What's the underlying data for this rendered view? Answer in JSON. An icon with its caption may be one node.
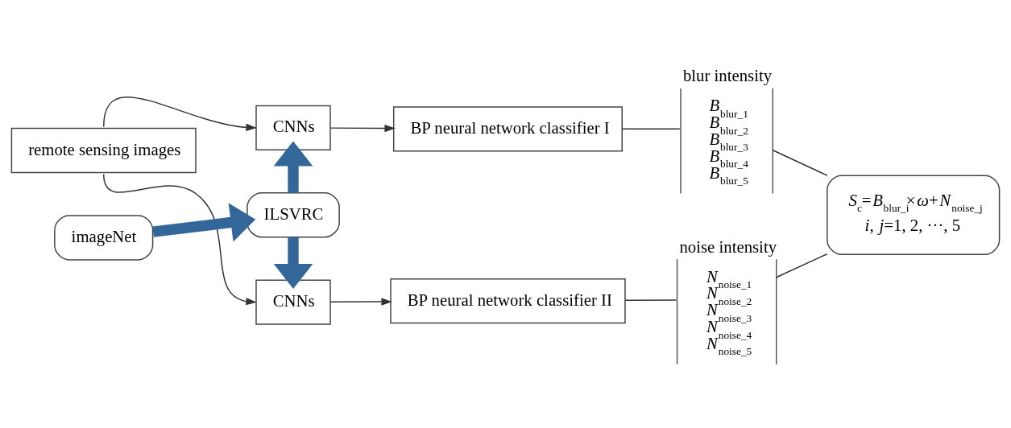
{
  "diagram": {
    "nodes": [
      {
        "text": [
          "remote sensing images"
        ]
      },
      {
        "text": [
          "CNNs"
        ]
      },
      {
        "text": [
          "imageNet"
        ]
      },
      {
        "text": [
          "ILSVRC"
        ]
      },
      {
        "text": [
          "CNNs"
        ]
      },
      {
        "text": [
          "BP neural network classifier I"
        ]
      },
      {
        "text": [
          "BP neural network classifier II"
        ]
      },
      {
        "text": [
          "blur intensity",
          "*B*$_{blur_1}$",
          "*B*$_{blur_2}$",
          "*B*$_{blur_3}$",
          "*B*$_{blur_4}$",
          "*B*$_{blur_5}$"
        ]
      },
      {
        "text": [
          "noise intensity",
          "*N*$_{noise_1}$",
          "*N*$_{noise_2}$",
          "*N*$_{noise_3}$",
          "*N*$_{noise_4}$",
          "*N*$_{noise_5}$"
        ]
      },
      {
        "text": [
          "*S*$_{c}$=*B*$_{blur_i}$×*ω*+*N*$_{noise_j}$",
          "*i*, *j*=1, 2, ···, 5"
        ]
      }
    ],
    "edges": [
      {
        "from": 0,
        "to": 1,
        "arrow": "to"
      },
      {
        "from": 0,
        "to": 4,
        "arrow": "to"
      },
      {
        "from": 2,
        "to": 3,
        "arrow": "to",
        "style": "thick",
        "color": "#336699"
      },
      {
        "from": 3,
        "to": 1,
        "arrow": "to",
        "style": "thick",
        "color": "#336699"
      },
      {
        "from": 3,
        "to": 4,
        "arrow": "to",
        "style": "thick",
        "color": "#336699"
      },
      {
        "from": 1,
        "to": 5,
        "arrow": "to"
      },
      {
        "from": 4,
        "to": 6,
        "arrow": "to"
      },
      {
        "from": 5,
        "to": 7,
        "arrow": "none"
      },
      {
        "from": 6,
        "to": 8,
        "arrow": "none"
      },
      {
        "from": 7,
        "to": 9,
        "arrow": "none"
      },
      {
        "from": 8,
        "to": 9,
        "arrow": "none"
      }
    ]
  }
}
